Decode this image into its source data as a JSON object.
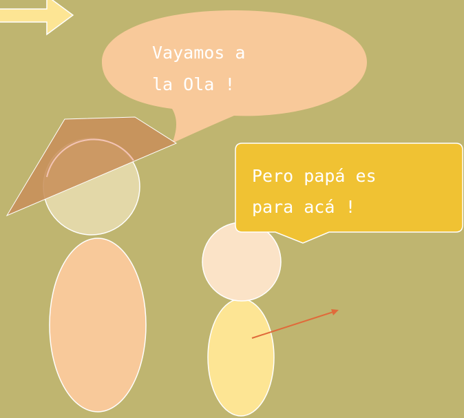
{
  "colors": {
    "background": "#bfb570",
    "arrow_fill": "#fde594",
    "speech_bubble_fill": "#f8c99a",
    "hat_fill": "#c8905a",
    "father_head_fill": "#e3d8a8",
    "father_body_fill": "#f8c99a",
    "child_head_fill": "#fbe3c7",
    "child_body_fill": "#fde594",
    "callout_fill": "#f0c233",
    "pointer_line": "#e06a3a",
    "outline": "#ffffff"
  },
  "father_speech": {
    "line1": "Vayamos a",
    "line2": "la Ola !"
  },
  "child_speech": {
    "line1": "Pero papá es",
    "line2": "para acá !"
  },
  "icons": {
    "top_left": "right-arrow-icon"
  }
}
